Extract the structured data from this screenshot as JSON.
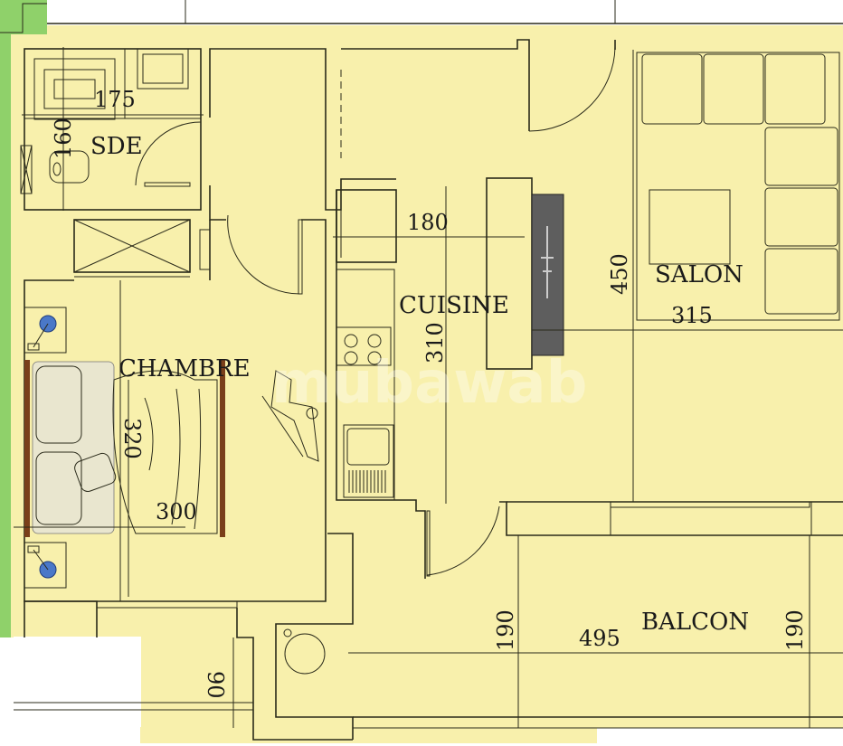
{
  "colors": {
    "floor": "#f8f0ac",
    "garden": "#8fd16a",
    "wall": "#2a2a1a",
    "tv": "#5e5e5e",
    "bed_frame": "#7a3f1a",
    "lamp": "#4a78c8"
  },
  "watermark": "mubawab",
  "rooms": {
    "sde": "SDE",
    "chambre": "CHAMBRE",
    "cuisine": "CUISINE",
    "salon": "SALON",
    "balcon": "BALCON"
  },
  "dimensions": {
    "sde_width": "175",
    "sde_depth": "160",
    "chambre_depth": "320",
    "chambre_width": "300",
    "cuisine_width": "180",
    "cuisine_depth": "310",
    "salon_depth": "450",
    "salon_width": "315",
    "balcon_width": "495",
    "balcon_depth_left": "190",
    "balcon_depth_right": "190",
    "terrace_depth": "90"
  }
}
